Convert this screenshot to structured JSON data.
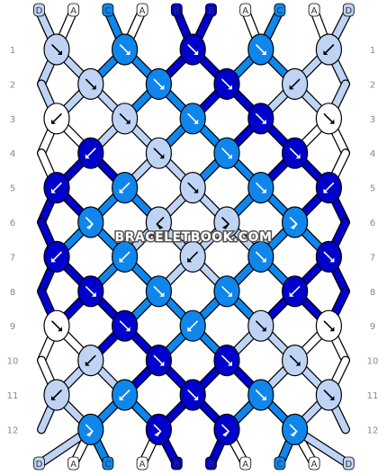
{
  "colors": {
    "A": "#ffffff",
    "B": "#0000cc",
    "C": "#0f86eb",
    "D": "#bfd4f5"
  },
  "top_strands": [
    "D",
    "A",
    "C",
    "A",
    "B",
    "B",
    "A",
    "C",
    "A",
    "D"
  ],
  "bottom_strands": [
    "D",
    "A",
    "C",
    "A",
    "B",
    "B",
    "A",
    "C",
    "A",
    "D"
  ],
  "row_numbers": [
    "1",
    "2",
    "3",
    "4",
    "5",
    "6",
    "7",
    "8",
    "9",
    "10",
    "11",
    "12"
  ],
  "watermark": "BRACELETBOOK.COM",
  "knots": [
    [
      "D",
      "C",
      "B",
      "C",
      "D"
    ],
    [
      "D",
      "C",
      "B",
      "D"
    ],
    [
      "A",
      "D",
      "C",
      "B",
      "A"
    ],
    [
      "B",
      "D",
      "C",
      "B"
    ],
    [
      "B",
      "C",
      "D",
      "C",
      "B"
    ],
    [
      "C",
      "D",
      "D",
      "C"
    ],
    [
      "B",
      "C",
      "D",
      "C",
      "B"
    ],
    [
      "B",
      "C",
      "C",
      "B"
    ],
    [
      "A",
      "B",
      "C",
      "D",
      "A"
    ],
    [
      "D",
      "B",
      "B",
      "D"
    ],
    [
      "D",
      "C",
      "B",
      "C",
      "D"
    ],
    [
      "C",
      "B",
      "B",
      "C"
    ]
  ],
  "knot_icons": [
    [
      "arrow-down-right",
      "arrow-down-right",
      "arrow-down-right",
      "arrow-down-right",
      "arrow-down-left"
    ],
    [
      "arrow-down-right",
      "arrow-down-right",
      "arrow-down-right",
      "arrow-down-left"
    ],
    [
      "arrow-down-left",
      "arrow-down-right",
      "arrow-down-right",
      "arrow-down-right",
      "arrow-down-right"
    ],
    [
      "arrow-down-left",
      "arrow-down-right",
      "arrow-down-right",
      "arrow-down-right"
    ],
    [
      "arrow-down-left",
      "arrow-down-left",
      "arrow-down-right",
      "arrow-down-right",
      "arrow-down-left"
    ],
    [
      "arrow-forward-right",
      "arrow-forward-left",
      "arrow-forward-right",
      "arrow-forward-right"
    ],
    [
      "arrow-down-left",
      "arrow-down-left",
      "arrow-down-left",
      "arrow-down-right",
      "arrow-down-right"
    ],
    [
      "arrow-down-right",
      "arrow-down-right",
      "arrow-down-right",
      "arrow-down-left"
    ],
    [
      "arrow-down-right",
      "arrow-down-right",
      "arrow-down-left",
      "arrow-down-right",
      "arrow-down-right"
    ],
    [
      "arrow-down-left",
      "arrow-down-right",
      "arrow-down-right",
      "arrow-down-right"
    ],
    [
      "arrow-down-left",
      "arrow-down-left",
      "arrow-down-right",
      "arrow-down-right",
      "arrow-down-right"
    ],
    [
      "arrow-forward-right",
      "arrow-forward-right",
      "arrow-forward-right",
      "arrow-forward-right"
    ]
  ]
}
